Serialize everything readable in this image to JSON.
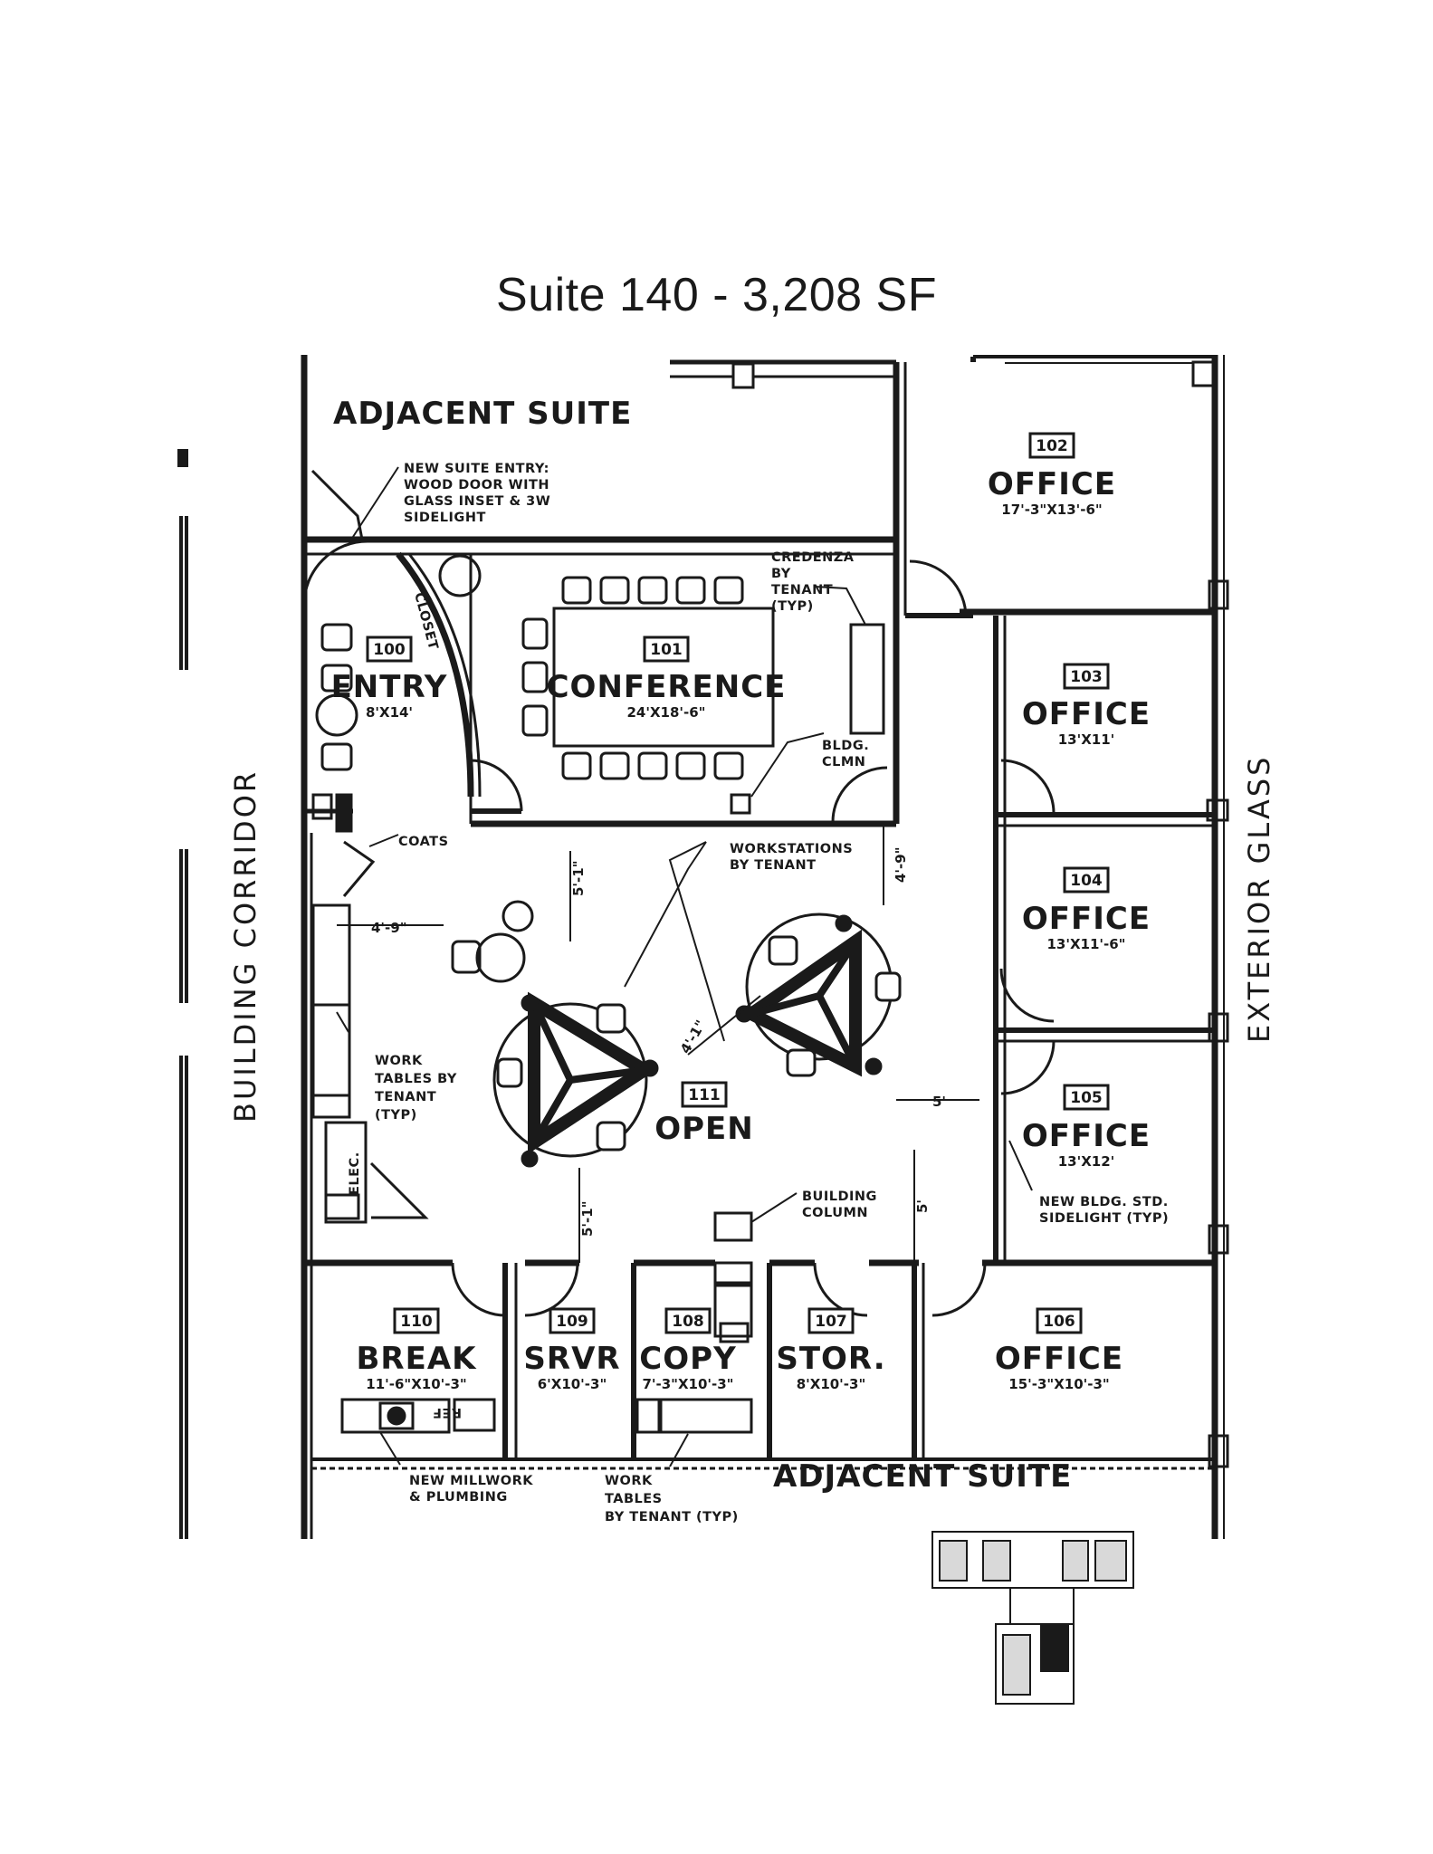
{
  "title": "Suite 140 - 3,208 SF",
  "labels": {
    "adjacent_top": "ADJACENT SUITE",
    "adjacent_bottom": "ADJACENT SUITE",
    "building_corridor": "BUILDING CORRIDOR",
    "exterior_glass": "EXTERIOR GLASS"
  },
  "rooms": [
    {
      "number": "100",
      "name": "ENTRY",
      "dims": "8'X14'"
    },
    {
      "number": "101",
      "name": "CONFERENCE",
      "dims": "24'X18'-6\""
    },
    {
      "number": "102",
      "name": "OFFICE",
      "dims": "17'-3\"X13'-6\""
    },
    {
      "number": "103",
      "name": "OFFICE",
      "dims": "13'X11'"
    },
    {
      "number": "104",
      "name": "OFFICE",
      "dims": "13'X11'-6\""
    },
    {
      "number": "105",
      "name": "OFFICE",
      "dims": "13'X12'"
    },
    {
      "number": "106",
      "name": "OFFICE",
      "dims": "15'-3\"X10'-3\""
    },
    {
      "number": "107",
      "name": "STOR.",
      "dims": "8'X10'-3\""
    },
    {
      "number": "108",
      "name": "COPY",
      "dims": "7'-3\"X10'-3\""
    },
    {
      "number": "109",
      "name": "SRVR",
      "dims": "6'X10'-3\""
    },
    {
      "number": "110",
      "name": "BREAK",
      "dims": "11'-6\"X10'-3\""
    },
    {
      "number": "111",
      "name": "OPEN",
      "dims": ""
    }
  ],
  "notes": {
    "suite_entry": [
      "NEW SUITE ENTRY:",
      "WOOD DOOR WITH",
      "GLASS INSET & 3W",
      "SIDELIGHT"
    ],
    "credenza": [
      "CREDENZA",
      "BY",
      "TENANT",
      "(TYP)"
    ],
    "bldg_clmn": [
      "BLDG.",
      "CLMN"
    ],
    "coats": "COATS",
    "workstations": [
      "WORKSTATIONS",
      "BY TENANT"
    ],
    "work_tables_left": [
      "WORK",
      "TABLES BY",
      "TENANT",
      "(TYP)"
    ],
    "building_column": [
      "BUILDING",
      "COLUMN"
    ],
    "sidelight": [
      "NEW BLDG. STD.",
      "SIDELIGHT (TYP)"
    ],
    "millwork": [
      "NEW MILLWORK",
      "& PLUMBING"
    ],
    "work_tables_bottom": [
      "WORK",
      "TABLES",
      "BY TENANT (TYP)"
    ],
    "elec": "ELEC.",
    "ref": "REF",
    "closet": "CLOSET"
  },
  "dimensions": {
    "d1": "5'-1\"",
    "d2": "4'-9\"",
    "d3": "4'-9\"",
    "d4": "4'-1\"",
    "d5": "5'",
    "d6": "5'-1\"",
    "d7": "5'"
  }
}
